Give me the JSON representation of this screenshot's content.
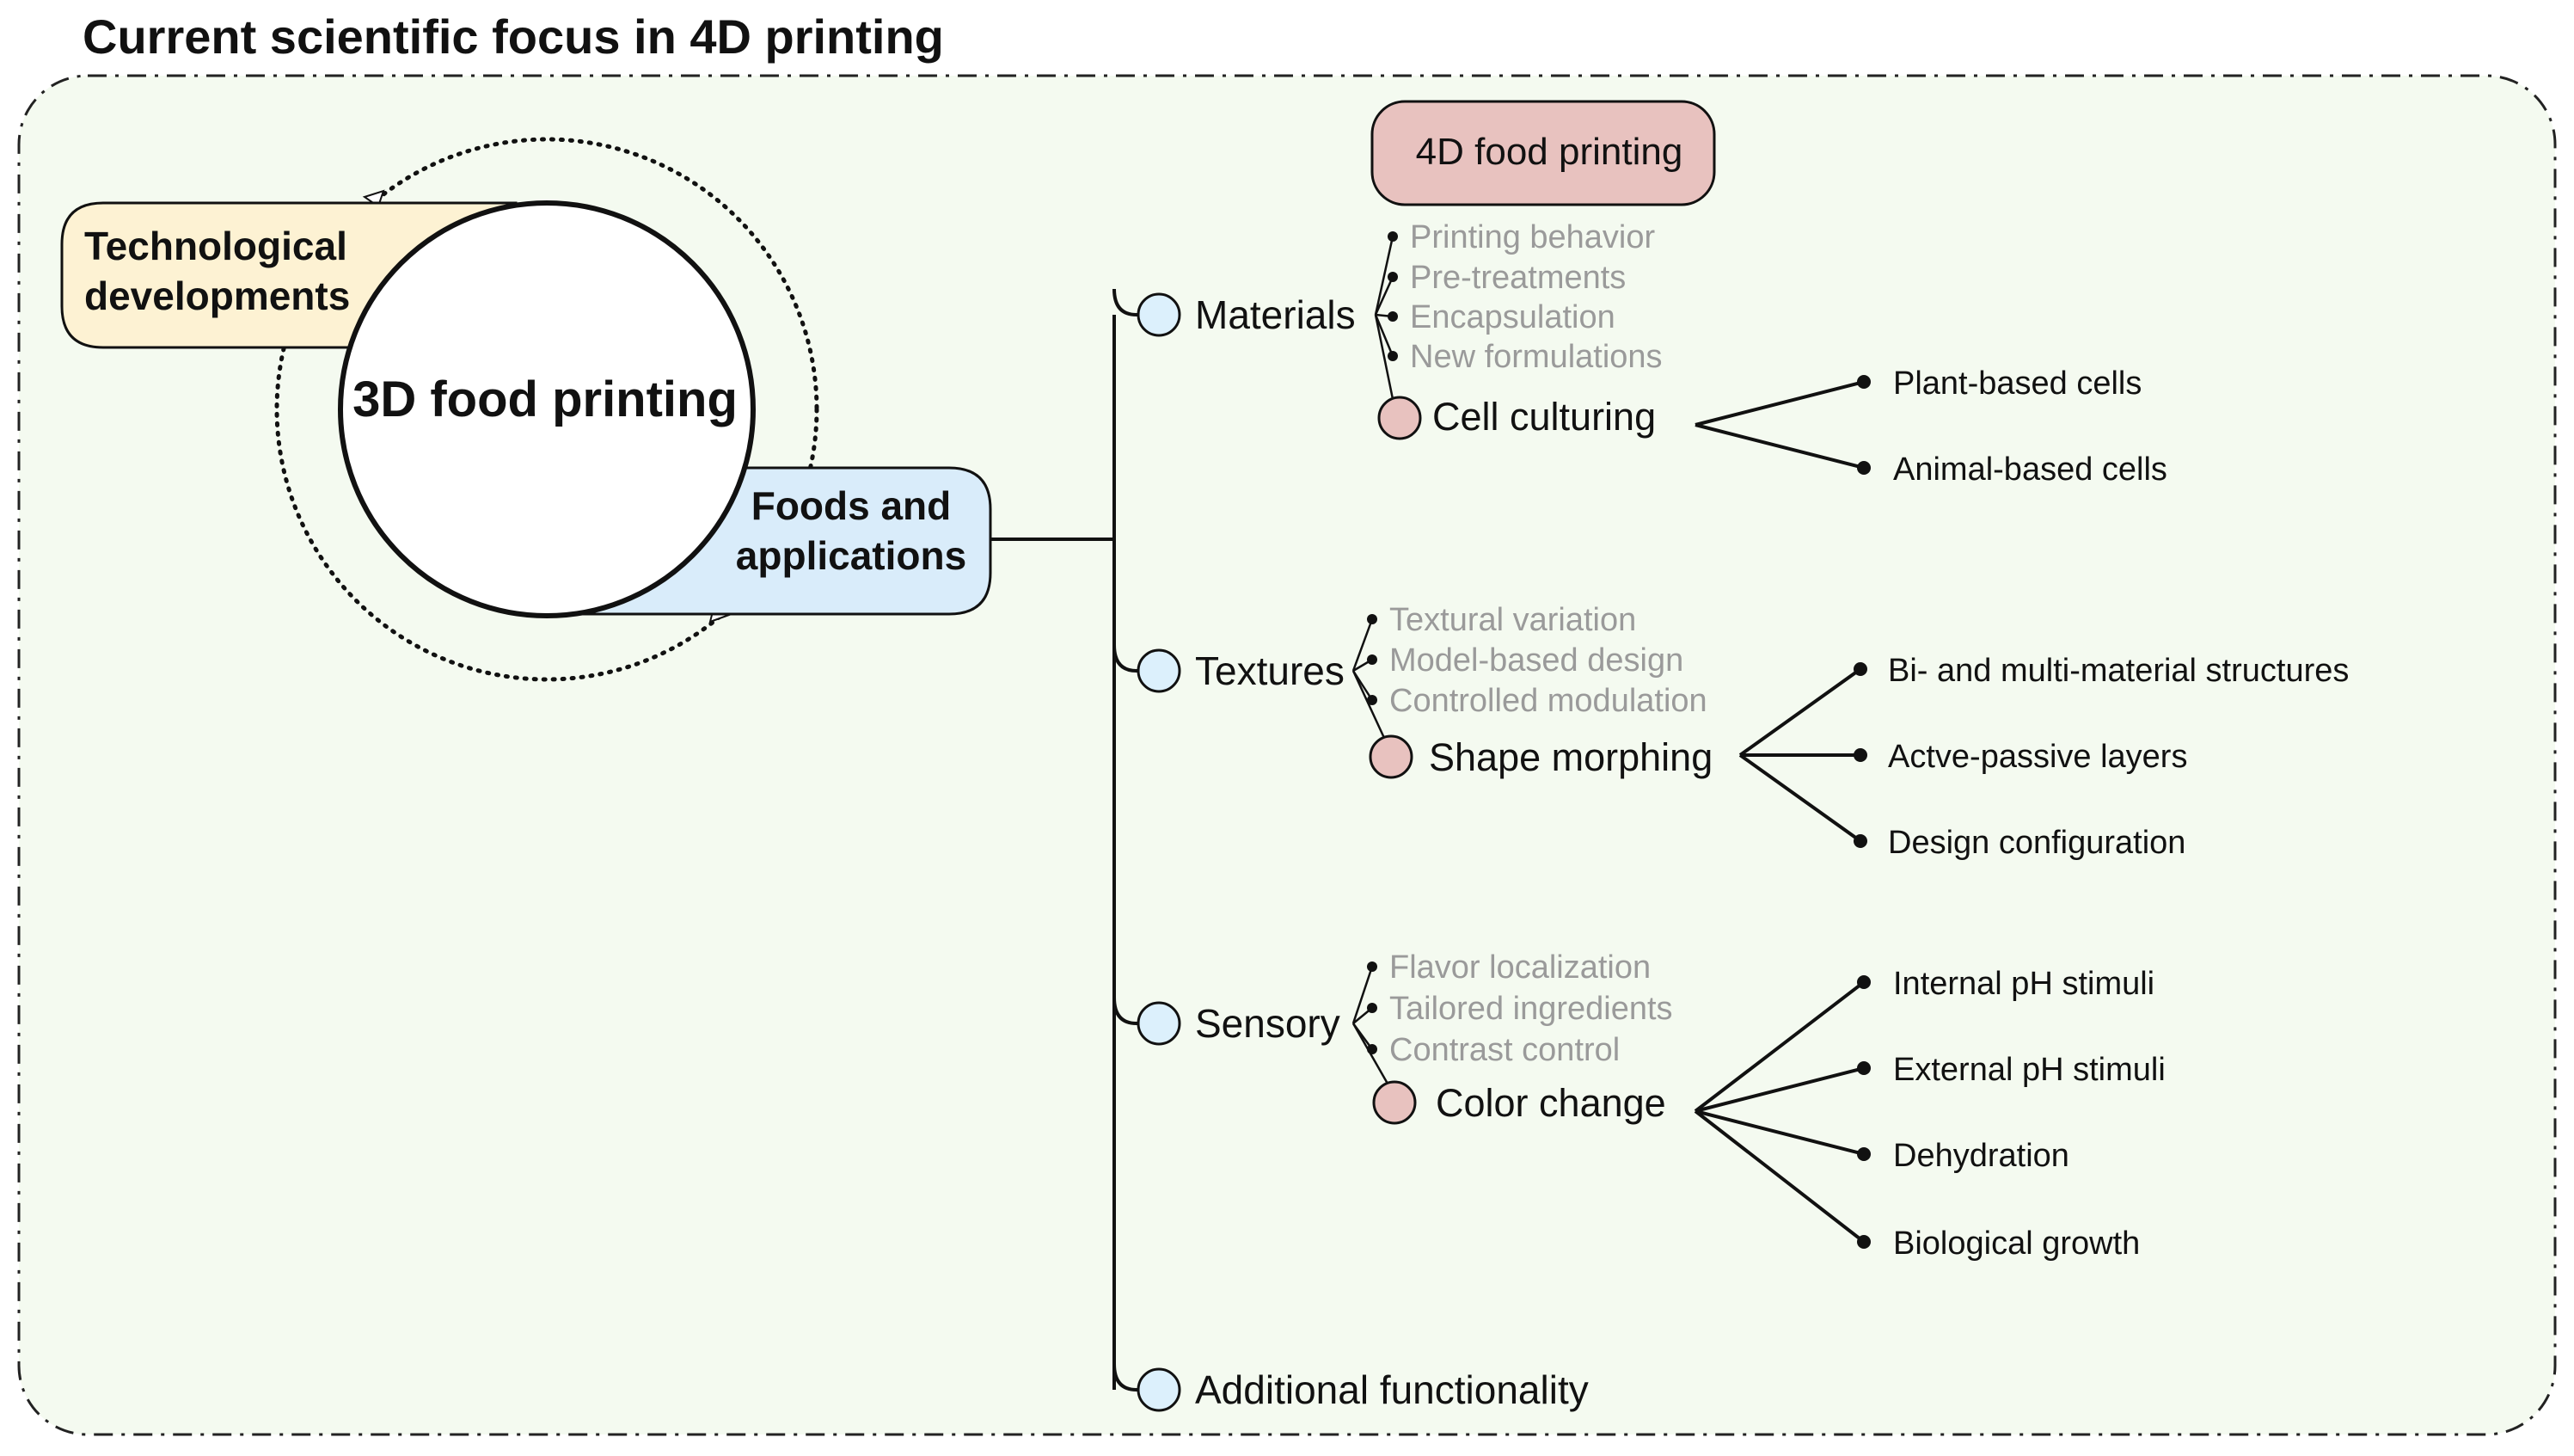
{
  "title": "Current scientific focus in 4D printing",
  "colors": {
    "panel_bg": "#f4faf0",
    "tech_box": "#fdf2d3",
    "foods_box": "#d9ecfa",
    "category_circle": "#dcf0fc",
    "pink": "#e8c2bf",
    "grey_text": "#9a9a9a"
  },
  "left": {
    "center_label": "3D food printing",
    "tech_label_line1": "Technological",
    "tech_label_line2": "developments",
    "foods_label_line1": "Foods and",
    "foods_label_line2": "applications"
  },
  "header_4d": "4D food printing",
  "categories": [
    {
      "label": "Materials",
      "subtopics": [
        "Printing behavior",
        "Pre-treatments",
        "Encapsulation",
        "New formulations"
      ],
      "four_d": "Cell culturing",
      "leaves": [
        "Plant-based cells",
        "Animal-based cells"
      ]
    },
    {
      "label": "Textures",
      "subtopics": [
        "Textural variation",
        "Model-based design",
        "Controlled modulation"
      ],
      "four_d": "Shape morphing",
      "leaves": [
        "Bi- and multi-material structures",
        "Actve-passive layers",
        "Design configuration"
      ]
    },
    {
      "label": "Sensory",
      "subtopics": [
        "Flavor localization",
        "Tailored ingredients",
        "Contrast control"
      ],
      "four_d": "Color change",
      "leaves": [
        "Internal pH stimuli",
        "External pH stimuli",
        "Dehydration",
        "Biological growth"
      ]
    },
    {
      "label": "Additional functionality"
    }
  ]
}
